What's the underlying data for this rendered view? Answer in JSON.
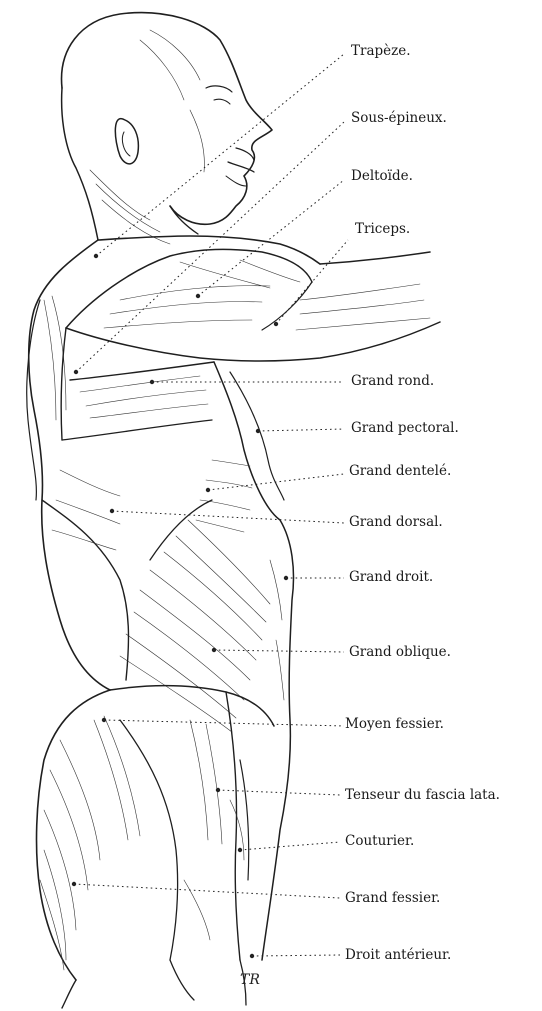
{
  "labels": [
    "Trapèze.",
    "Sous-épineux.",
    "Deltoïde.",
    "Triceps.",
    "Grand rond.",
    "Grand pectoral.",
    "Grand dentelé.",
    "Grand dorsal.",
    "Grand droit.",
    "Grand oblique.",
    "Moyen fessier.",
    "Tenseur du fascia lata.",
    "Couturier.",
    "Grand fessier.",
    "Droit antérieur."
  ],
  "signature": "TR",
  "colors": {
    "ink": "#1f1f1f",
    "paper": "#ffffff"
  }
}
